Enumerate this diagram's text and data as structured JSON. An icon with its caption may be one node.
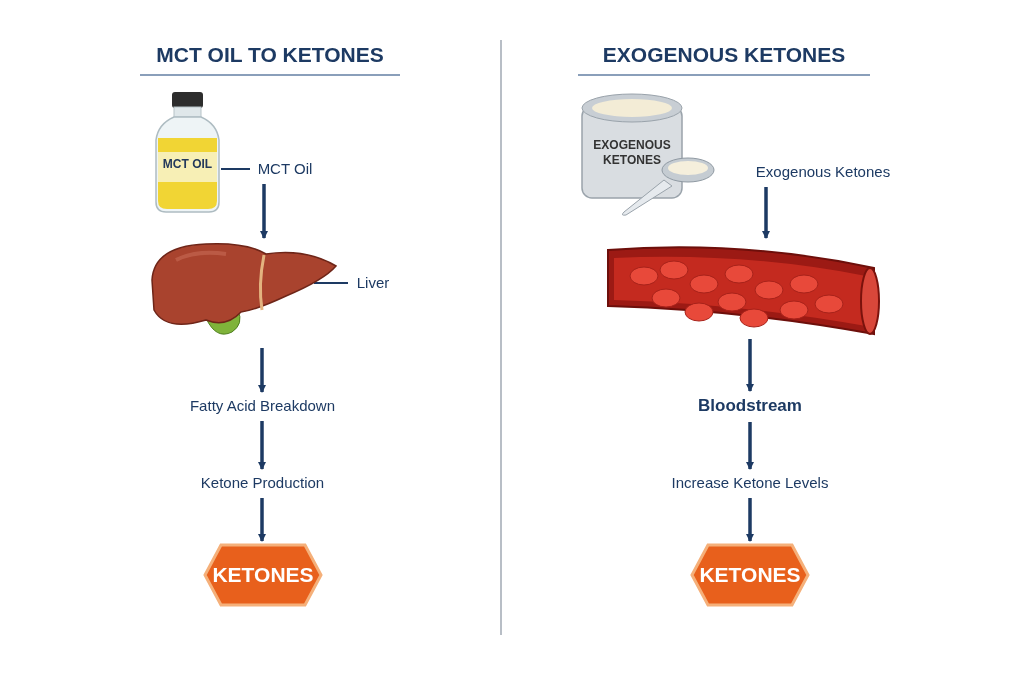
{
  "diagram": {
    "nodes": [
      {
        "text": [
          "MCT OIL"
        ]
      },
      {
        "text": [
          "MCT Oil"
        ]
      },
      {
        "text": [],
        "shape": "picture"
      },
      {
        "text": [
          "Liver"
        ]
      },
      {
        "text": [
          "Fatty Acid Breakdown"
        ]
      },
      {
        "text": [
          "Ketone Production"
        ]
      },
      {
        "text": [
          "KETONES"
        ]
      },
      {
        "text": [
          "EXOGENOUS KETONES"
        ]
      },
      {
        "text": [
          "Exogenous Ketones"
        ]
      },
      {
        "text": [],
        "shape": "picture"
      },
      {
        "text": [
          "Bloodstream"
        ]
      },
      {
        "text": [
          "Increase Ketone Levels"
        ]
      },
      {
        "text": [
          "KETONES"
        ]
      }
    ],
    "edges": [
      {
        "from": 1,
        "to": 0,
        "arrow": "none"
      },
      {
        "from": 1,
        "to": 2,
        "arrow": "to"
      },
      {
        "from": 3,
        "to": 2,
        "arrow": "none"
      },
      {
        "from": 2,
        "to": 4,
        "arrow": "to"
      },
      {
        "from": 4,
        "to": 5,
        "arrow": "to"
      },
      {
        "from": 5,
        "to": 6,
        "arrow": "to"
      },
      {
        "from": 8,
        "to": 9,
        "arrow": "to"
      },
      {
        "from": 9,
        "to": 10,
        "arrow": "to"
      },
      {
        "from": 10,
        "to": 11,
        "arrow": "to"
      },
      {
        "from": 11,
        "to": 12,
        "arrow": "to"
      }
    ],
    "labels": [
      "MCT OIL TO KETONES",
      "EXOGENOUS KETONES"
    ]
  }
}
